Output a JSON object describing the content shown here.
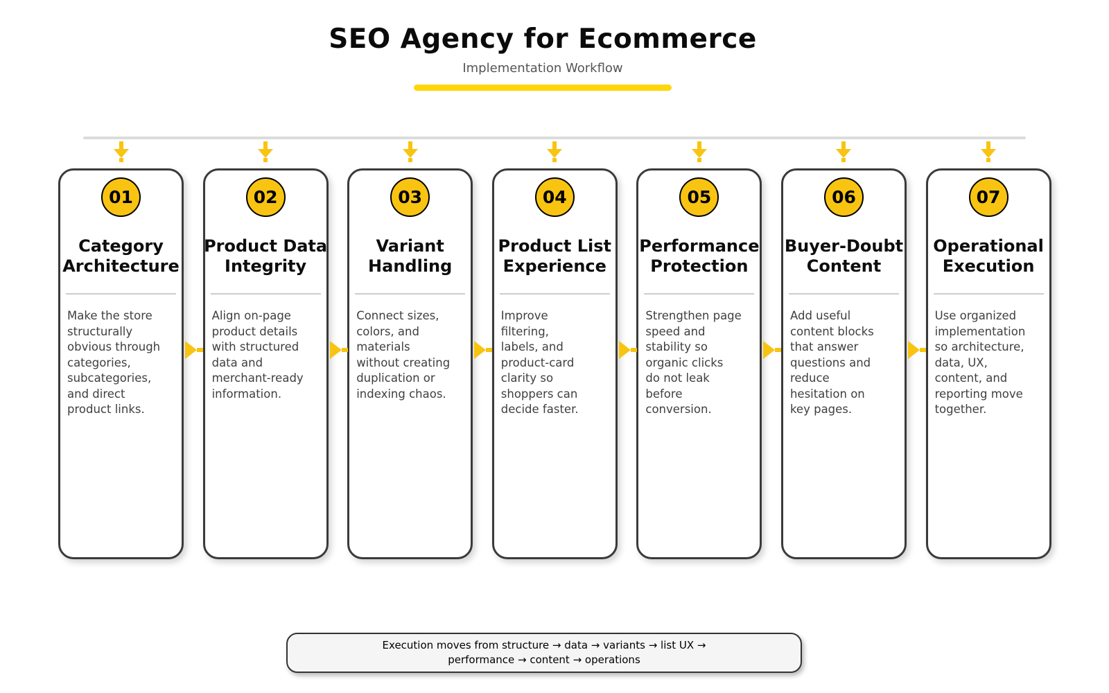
{
  "header": {
    "title": "SEO Agency for Ecommerce",
    "subtitle": "Implementation Workflow"
  },
  "steps": [
    {
      "number": "01",
      "title": "Category\nArchitecture",
      "description": "Make the store\nstructurally\nobvious through\ncategories,\nsubcategories,\nand direct\nproduct links."
    },
    {
      "number": "02",
      "title": "Product Data\nIntegrity",
      "description": "Align on-page\nproduct details\nwith structured\ndata and\nmerchant-ready\ninformation."
    },
    {
      "number": "03",
      "title": "Variant\nHandling",
      "description": "Connect sizes,\ncolors, and\nmaterials\nwithout creating\nduplication or\nindexing chaos."
    },
    {
      "number": "04",
      "title": "Product List\nExperience",
      "description": "Improve\nfiltering,\nlabels, and\nproduct-card\nclarity so\nshoppers can\ndecide faster."
    },
    {
      "number": "05",
      "title": "Performance\nProtection",
      "description": "Strengthen page\nspeed and\nstability so\norganic clicks\ndo not leak\nbefore\nconversion."
    },
    {
      "number": "06",
      "title": "Buyer-Doubt\nContent",
      "description": "Add useful\ncontent blocks\nthat answer\nquestions and\nreduce\nhesitation on\nkey pages."
    },
    {
      "number": "07",
      "title": "Operational\nExecution",
      "description": "Use organized\nimplementation\nso architecture,\ndata, UX,\ncontent, and\nreporting move\ntogether."
    }
  ],
  "footer": {
    "note": "Execution moves from structure → data → variants → list UX →\nperformance → content → operations"
  },
  "colors": {
    "gold": "#F8C411",
    "bar": "#FFD60A",
    "border": "#3A3A3A"
  }
}
